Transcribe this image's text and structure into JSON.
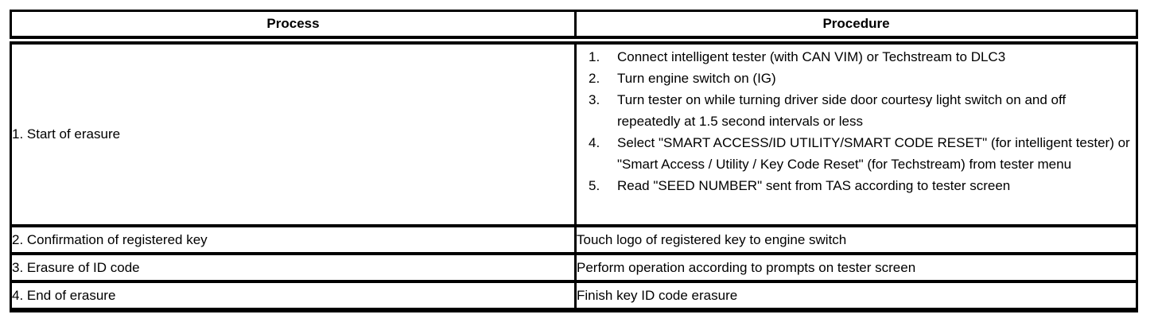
{
  "colors": {
    "border": "#000000",
    "background": "#ffffff",
    "text": "#000000"
  },
  "table": {
    "columns": [
      {
        "label": "Process"
      },
      {
        "label": "Procedure"
      }
    ],
    "rows": [
      {
        "process": "1. Start of erasure",
        "procedure_steps": [
          "Connect intelligent tester (with CAN VIM) or Techstream to DLC3",
          "Turn engine switch on (IG)",
          "Turn tester on while turning driver side door courtesy light switch on and off repeatedly at 1.5 second intervals or less",
          "Select \"SMART ACCESS/ID UTILITY/SMART CODE RESET\" (for intelligent tester) or \"Smart Access / Utility / Key Code Reset\" (for Techstream) from tester menu",
          "Read \"SEED NUMBER\" sent from TAS according to tester screen"
        ]
      },
      {
        "process": "2. Confirmation of registered key",
        "procedure": "Touch logo of registered key to engine switch"
      },
      {
        "process": "3. Erasure of ID code",
        "procedure": "Perform operation according to prompts on tester screen"
      },
      {
        "process": "4. End of erasure",
        "procedure": "Finish key ID code erasure"
      }
    ]
  }
}
